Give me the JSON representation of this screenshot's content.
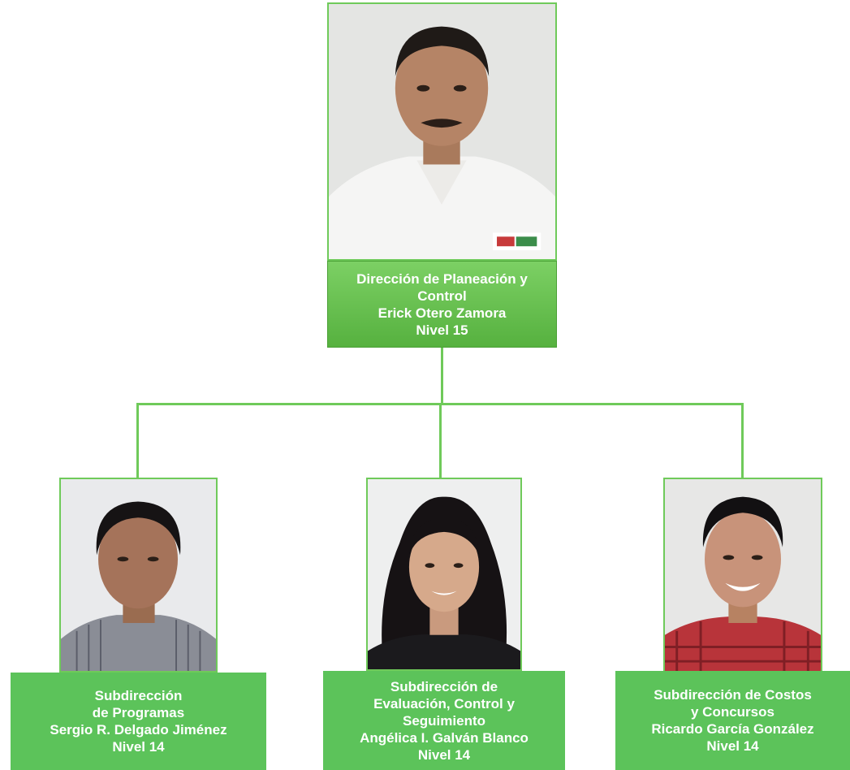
{
  "director": {
    "position_line1": "Dirección de Planeación y",
    "position_line2": "Control",
    "name": "Erick Otero Zamora",
    "level": "Nivel 15",
    "photo_icon": "person-photo-man-white-shirt"
  },
  "subdirectors": [
    {
      "lines": [
        "Subdirección",
        "de Programas",
        "Sergio R. Delgado Jiménez",
        "Nivel 14"
      ],
      "photo_icon": "person-photo-man-striped-shirt"
    },
    {
      "lines": [
        "Subdirección de",
        "Evaluación, Control y",
        "Seguimiento",
        "Angélica I. Galván Blanco",
        "Nivel 14"
      ],
      "photo_icon": "person-photo-woman-dark-hair"
    },
    {
      "lines": [
        "Subdirección de Costos",
        "y Concursos",
        "Ricardo García González",
        "Nivel 14"
      ],
      "photo_icon": "person-photo-man-plaid-shirt"
    }
  ],
  "colors": {
    "box_green": "#5cc35a",
    "line_green": "#6fca5a",
    "text": "#ffffff"
  }
}
